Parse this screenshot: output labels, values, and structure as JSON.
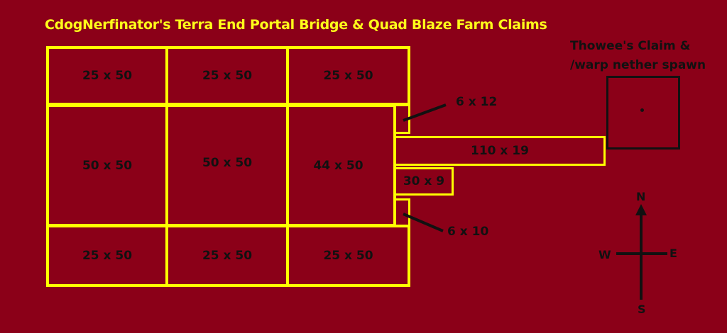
{
  "title": "CdogNerfinator's Terra End Portal Bridge & Quad Blaze Farm Claims",
  "plots": {
    "nw": "25 x 50",
    "n": "25 x 50",
    "ne": "25 x 50",
    "w": "50 x 50",
    "c": "50 x 50",
    "e": "44 x 50",
    "sw": "25 x 50",
    "s": "25 x 50",
    "se": "25 x 50",
    "small_top": "6 x 12",
    "bridge": "110 x 19",
    "mid": "30 x 9",
    "small_bottom": "6 x 10"
  },
  "claim": {
    "line1": "Thowee's Claim &",
    "line2": "/warp nether spawn"
  },
  "compass": {
    "n": "N",
    "s": "S",
    "e": "E",
    "w": "W"
  },
  "colors": {
    "background": "#8b0018",
    "border": "#ffff00",
    "title": "#ffff1a",
    "text": "#111111"
  }
}
